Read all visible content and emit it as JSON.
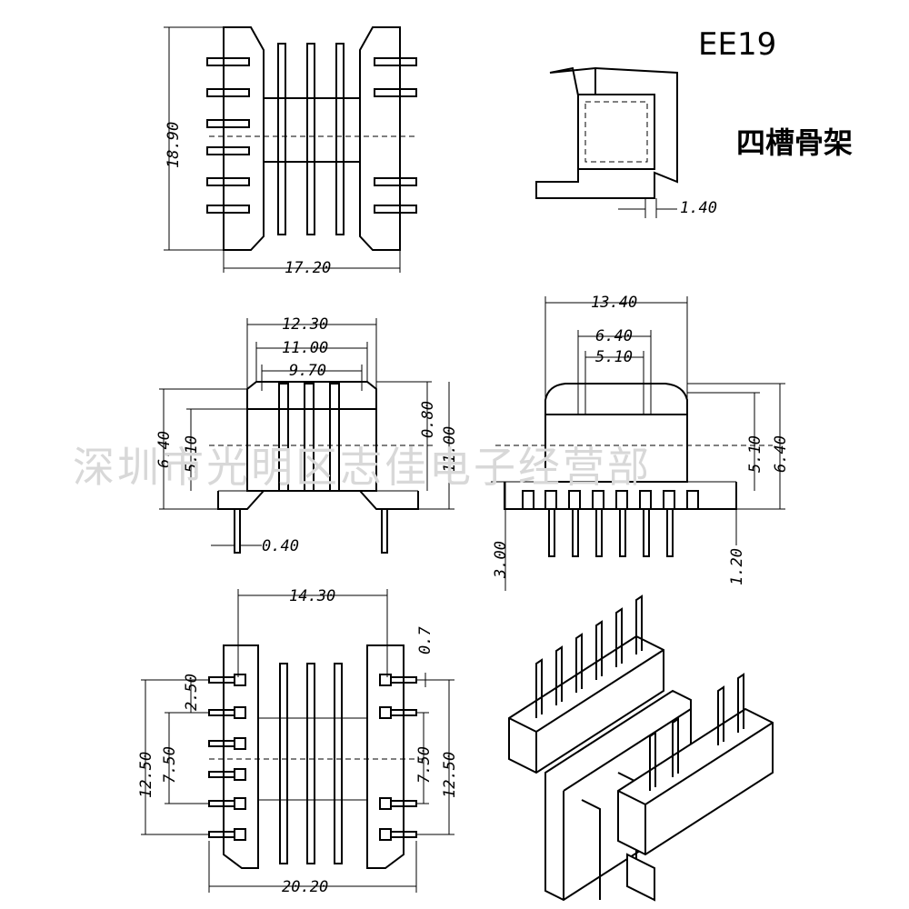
{
  "title": {
    "model": "EE19",
    "name": "四槽骨架"
  },
  "watermark": "深圳市光明区志佳电子经营部",
  "dimensions": {
    "top_height": "18.90",
    "top_width": "17.20",
    "side_offset": "1.40",
    "front_w1": "12.30",
    "front_w2": "11.00",
    "front_w3": "9.70",
    "front_h_left1": "6.40",
    "front_h_left2": "5.10",
    "front_h_right1": "0.80",
    "front_h_right2": "11.00",
    "front_pin": "0.40",
    "end_w1": "13.40",
    "end_w2": "6.40",
    "end_w3": "5.10",
    "end_h1": "5.10",
    "end_h2": "6.40",
    "end_pin_left": "3.00",
    "end_pin_right": "1.20",
    "bottom_w": "14.30",
    "bottom_pin": "0.7",
    "bottom_pitch": "2.50",
    "bottom_span_left": "7.50",
    "bottom_total_left": "12.50",
    "bottom_span_right": "7.50",
    "bottom_total_right": "12.50",
    "bottom_width": "20.20"
  }
}
